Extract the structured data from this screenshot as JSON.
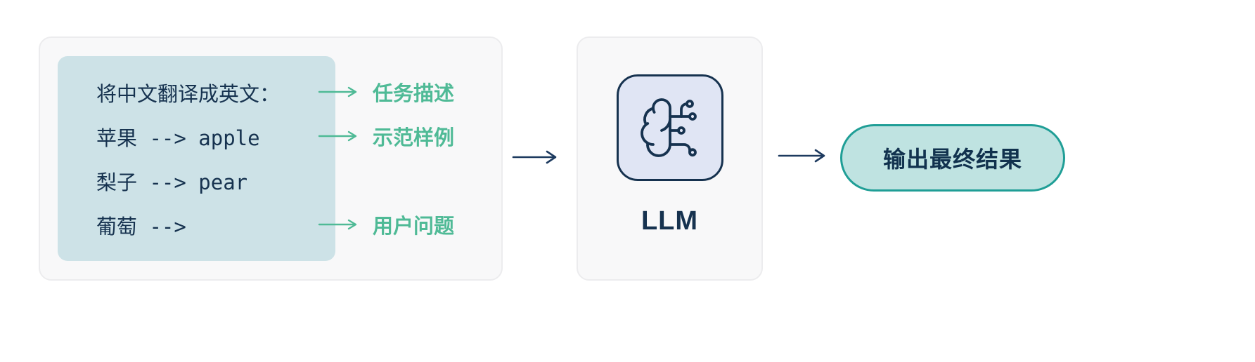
{
  "diagram": {
    "title": "few-shot-prompt-to-llm-flow",
    "prompt": {
      "lines": [
        {
          "text": "将中文翻译成英文："
        },
        {
          "text": "苹果 --> apple"
        },
        {
          "text": "梨子 --> pear"
        },
        {
          "text": "葡萄 -->"
        }
      ]
    },
    "annotations": [
      {
        "label": "任务描述"
      },
      {
        "label": "示范样例"
      },
      {
        "label": "用户问题"
      }
    ],
    "llm": {
      "label": "LLM",
      "icon": "brain-circuit-icon"
    },
    "output": {
      "label": "输出最终结果"
    },
    "colors": {
      "annotation_green": "#4fba96",
      "dark_navy": "#16324f",
      "arrow_dark": "#1d3a5f",
      "panel_bg": "#f8f8f9",
      "panel_border": "#ececee",
      "prompt_box_bg": "#cde2e7",
      "icon_card_bg": "#e0e5f4",
      "pill_bg": "#bfe3e1",
      "pill_border": "#1f9e96"
    }
  }
}
